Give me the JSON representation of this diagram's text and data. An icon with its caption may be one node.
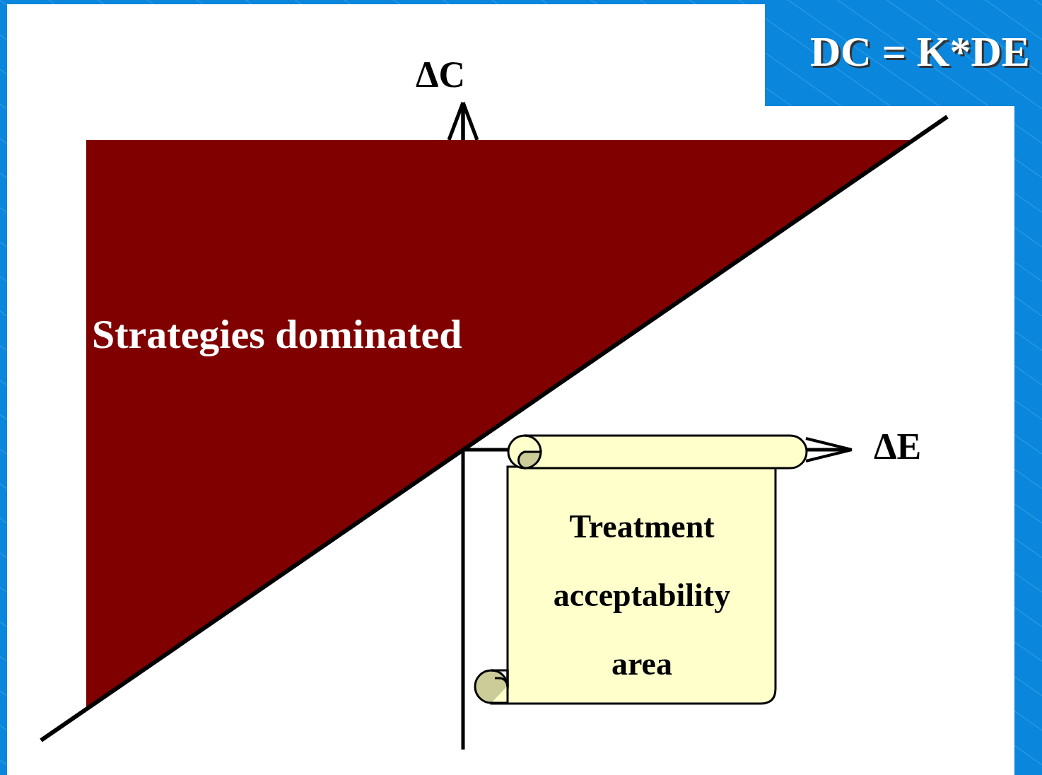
{
  "diagram": {
    "title": "DC = K*DE",
    "nodes": [
      {
        "text": [
          "Strategies dominated"
        ]
      },
      {
        "text": [
          "Treatment acceptability area"
        ]
      }
    ],
    "labels": [
      "ΔC",
      "ΔE"
    ]
  }
}
